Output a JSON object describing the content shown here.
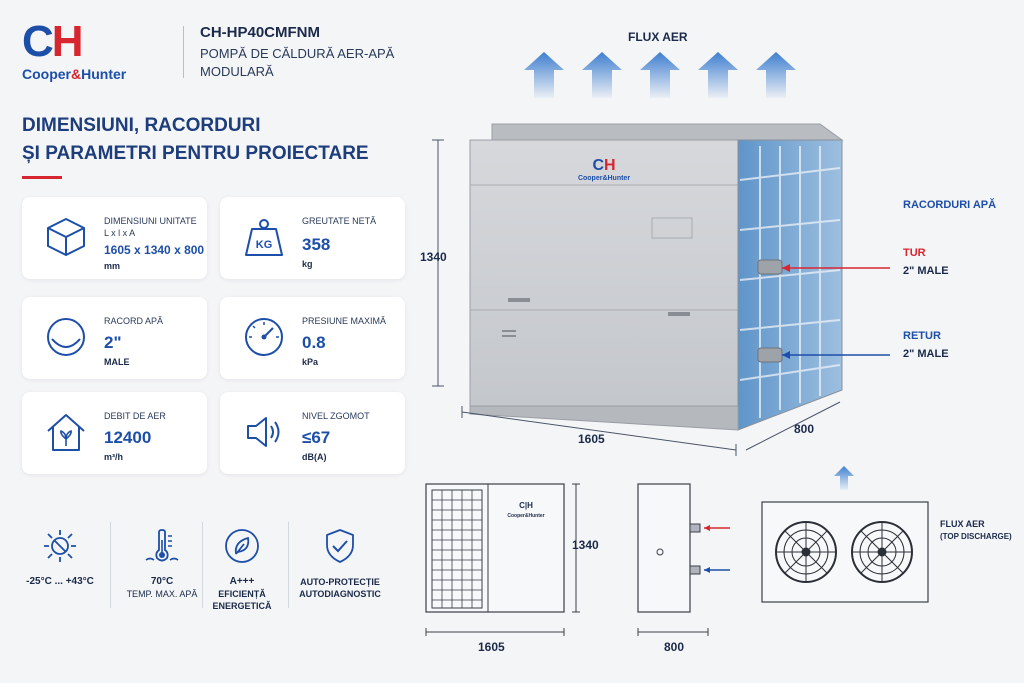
{
  "brand": {
    "logo_mark_c": "C",
    "logo_mark_h": "H",
    "logo_name_a": "Cooper",
    "logo_name_amp": "&",
    "logo_name_b": "Hunter"
  },
  "header": {
    "model": "CH-HP40CMFNM",
    "subtitle_line1": "POMPĂ DE CĂLDURĂ AER-APĂ",
    "subtitle_line2": "MODULARĂ"
  },
  "title": {
    "line1": "DIMENSIUNI, RACORDURI",
    "line2": "ȘI PARAMETRI PENTRU PROIECTARE"
  },
  "specs": [
    {
      "icon": "cube-icon",
      "label1": "DIMENSIUNI UNITATE",
      "label2": "L x l x A",
      "value": "1605 x 1340 x 800",
      "unit": "mm"
    },
    {
      "icon": "weight-icon",
      "label1": "GREUTATE NETĂ",
      "label2": "",
      "value": "358",
      "unit": "kg"
    },
    {
      "icon": "pipe-icon",
      "label1": "RACORD APĂ",
      "label2": "",
      "value": "2\"",
      "unit": "MALE"
    },
    {
      "icon": "pressure-gauge-icon",
      "label1": "PRESIUNE MAXIMĂ",
      "label2": "",
      "value": "0.8",
      "unit": "kPa"
    },
    {
      "icon": "house-airflow-icon",
      "label1": "DEBIT DE AER",
      "label2": "",
      "value": "12400",
      "unit": "m³/h"
    },
    {
      "icon": "speaker-icon",
      "label1": "NIVEL ZGOMOT",
      "label2": "",
      "value": "≤67",
      "unit": "dB(A)"
    }
  ],
  "features": [
    {
      "icon": "sun-snow-icon",
      "line1": "-25°C ... +43°C",
      "line2": "",
      "line3": ""
    },
    {
      "icon": "thermometer-icon",
      "line1": "70°C",
      "line2": "TEMP. MAX. APĂ",
      "line3": ""
    },
    {
      "icon": "leaf-icon",
      "line1": "A+++",
      "line2": "EFICIENȚĂ",
      "line3": "ENERGETICĂ"
    },
    {
      "icon": "shield-check-icon",
      "line1": "AUTO-PROTECȚIE",
      "line2": "AUTODIAGNOSTIC",
      "line3": ""
    }
  ],
  "diagram": {
    "flux_aer": "FLUX AER",
    "height": "1340",
    "length": "1605",
    "depth": "800",
    "racorduri": "RACORDURI APĂ",
    "tur": "TUR",
    "tur_size": "2\" MALE",
    "retur": "RETUR",
    "retur_size": "2\" MALE",
    "unit_logo_a": "C",
    "unit_logo_b": "H",
    "unit_logo_name": "Cooper&Hunter"
  },
  "views": {
    "front_height": "1340",
    "front_width": "1605",
    "side_width": "800",
    "front_logo_mark": "C|H",
    "front_logo_name": "Cooper&Hunter",
    "top_label1": "FLUX AER",
    "top_label2": "(TOP DISCHARGE)"
  },
  "colors": {
    "brand_blue": "#1d4fa8",
    "brand_red": "#d7262f",
    "navy": "#1b2a4a",
    "flow_blue": "#3f7fd0"
  }
}
